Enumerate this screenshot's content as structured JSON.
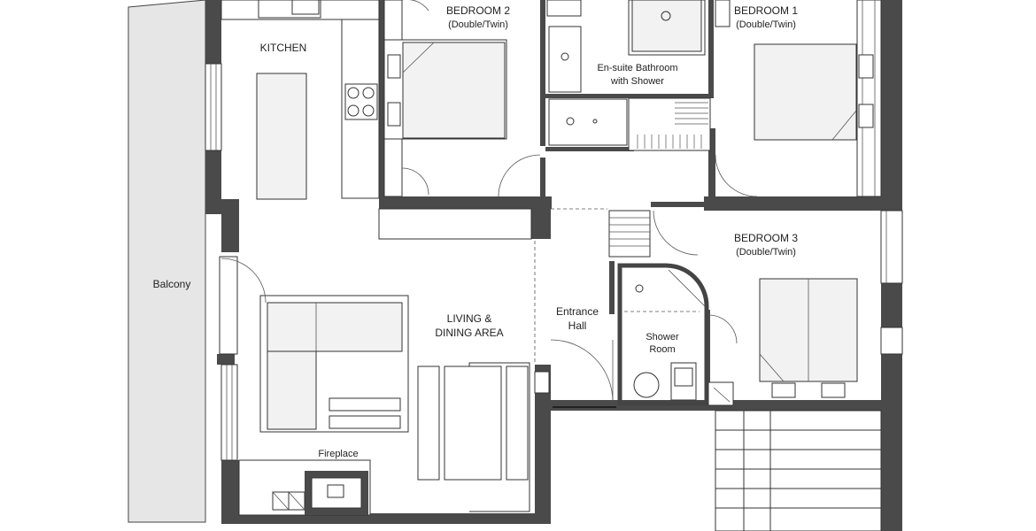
{
  "labels": {
    "kitchen": "KITCHEN",
    "bedroom2": "BEDROOM 2",
    "bedroom2_sub": "(Double/Twin)",
    "ensuite_1": "En-suite Bathroom",
    "ensuite_2": "with Shower",
    "bedroom1": "BEDROOM 1",
    "bedroom1_sub": "(Double/Twin)",
    "bedroom3": "BEDROOM 3",
    "bedroom3_sub": "(Double/Twin)",
    "balcony": "Balcony",
    "living_1": "LIVING &",
    "living_2": "DINING AREA",
    "entrance_1": "Entrance",
    "entrance_2": "Hall",
    "shower_1": "Shower",
    "shower_2": "Room",
    "fireplace": "Fireplace"
  }
}
